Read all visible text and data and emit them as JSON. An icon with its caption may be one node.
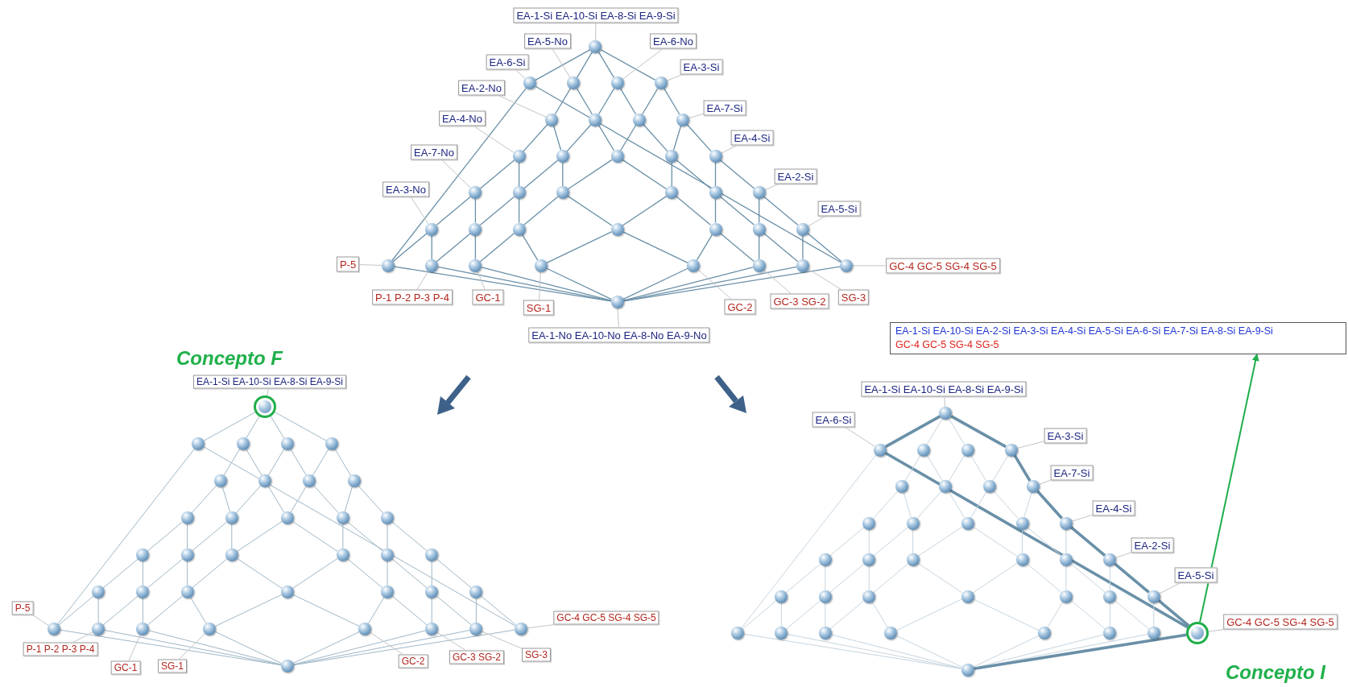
{
  "diagram": {
    "nodes": [
      {
        "text": [],
        "shape": "circle"
      },
      {
        "text": [],
        "shape": "circle"
      },
      {
        "text": [],
        "shape": "circle"
      },
      {
        "text": [],
        "shape": "circle"
      },
      {
        "text": [],
        "shape": "circle"
      },
      {
        "text": [],
        "shape": "circle"
      },
      {
        "text": [],
        "shape": "circle"
      },
      {
        "text": [],
        "shape": "circle"
      },
      {
        "text": [],
        "shape": "circle"
      },
      {
        "text": [],
        "shape": "circle"
      },
      {
        "text": [],
        "shape": "circle"
      },
      {
        "text": [],
        "shape": "circle"
      },
      {
        "text": [],
        "shape": "circle"
      },
      {
        "text": [],
        "shape": "circle"
      },
      {
        "text": [],
        "shape": "circle"
      },
      {
        "text": [],
        "shape": "circle"
      },
      {
        "text": [],
        "shape": "circle"
      },
      {
        "text": [],
        "shape": "circle"
      },
      {
        "text": [],
        "shape": "circle"
      },
      {
        "text": [],
        "shape": "circle"
      },
      {
        "text": [],
        "shape": "circle"
      },
      {
        "text": [],
        "shape": "circle"
      },
      {
        "text": [],
        "shape": "circle"
      },
      {
        "text": [],
        "shape": "circle"
      },
      {
        "text": [],
        "shape": "circle"
      },
      {
        "text": [],
        "shape": "circle"
      },
      {
        "text": [],
        "shape": "circle"
      },
      {
        "text": [],
        "shape": "circle"
      },
      {
        "text": [],
        "shape": "circle"
      },
      {
        "text": [],
        "shape": "circle"
      },
      {
        "text": [],
        "shape": "circle"
      },
      {
        "text": [],
        "shape": "circle"
      },
      {
        "text": [],
        "shape": "circle"
      },
      {
        "text": [],
        "shape": "circle"
      },
      {
        "text": [],
        "shape": "circle"
      },
      {
        "text": [],
        "shape": "circle"
      },
      {
        "text": [
          "EA-1-Si EA-10-Si EA-8-Si EA-9-Si"
        ]
      },
      {
        "text": [
          "EA-5-No"
        ]
      },
      {
        "text": [
          "EA-6-No"
        ]
      },
      {
        "text": [
          "EA-6-Si"
        ]
      },
      {
        "text": [
          "EA-3-Si"
        ]
      },
      {
        "text": [
          "EA-2-No"
        ]
      },
      {
        "text": [
          "EA-7-Si"
        ]
      },
      {
        "text": [
          "EA-4-No"
        ]
      },
      {
        "text": [
          "EA-4-Si"
        ]
      },
      {
        "text": [
          "EA-7-No"
        ]
      },
      {
        "text": [
          "EA-2-Si"
        ]
      },
      {
        "text": [
          "EA-3-No"
        ]
      },
      {
        "text": [
          "EA-5-Si"
        ]
      },
      {
        "text": [
          "P-5"
        ]
      },
      {
        "text": [
          "GC-4 GC-5 SG-4 SG-5"
        ]
      },
      {
        "text": [
          "P-1 P-2 P-3 P-4"
        ]
      },
      {
        "text": [
          "GC-1"
        ]
      },
      {
        "text": [
          "SG-1"
        ]
      },
      {
        "text": [
          "GC-2"
        ]
      },
      {
        "text": [
          "GC-3 SG-2"
        ]
      },
      {
        "text": [
          "SG-3"
        ]
      },
      {
        "text": [
          "EA-1-No EA-10-No EA-8-No EA-9-No"
        ]
      },
      {
        "text": [],
        "shape": "circle"
      },
      {
        "text": [],
        "shape": "circle"
      },
      {
        "text": [],
        "shape": "circle"
      },
      {
        "text": [],
        "shape": "circle"
      },
      {
        "text": [],
        "shape": "circle"
      },
      {
        "text": [],
        "shape": "circle"
      },
      {
        "text": [],
        "shape": "circle"
      },
      {
        "text": [],
        "shape": "circle"
      },
      {
        "text": [],
        "shape": "circle"
      },
      {
        "text": [],
        "shape": "circle"
      },
      {
        "text": [],
        "shape": "circle"
      },
      {
        "text": [],
        "shape": "circle"
      },
      {
        "text": [],
        "shape": "circle"
      },
      {
        "text": [],
        "shape": "circle"
      },
      {
        "text": [],
        "shape": "circle"
      },
      {
        "text": [],
        "shape": "circle"
      },
      {
        "text": [],
        "shape": "circle"
      },
      {
        "text": [],
        "shape": "circle"
      },
      {
        "text": [],
        "shape": "circle"
      },
      {
        "text": [],
        "shape": "circle"
      },
      {
        "text": [],
        "shape": "circle"
      },
      {
        "text": [],
        "shape": "circle"
      },
      {
        "text": [],
        "shape": "circle"
      },
      {
        "text": [],
        "shape": "circle"
      },
      {
        "text": [],
        "shape": "circle"
      },
      {
        "text": [],
        "shape": "circle"
      },
      {
        "text": [],
        "shape": "circle"
      },
      {
        "text": [],
        "shape": "circle"
      },
      {
        "text": [],
        "shape": "circle"
      },
      {
        "text": [],
        "shape": "circle"
      },
      {
        "text": [],
        "shape": "circle"
      },
      {
        "text": [],
        "shape": "circle"
      },
      {
        "text": [],
        "shape": "circle"
      },
      {
        "text": [],
        "shape": "circle"
      },
      {
        "text": [],
        "shape": "circle"
      },
      {
        "text": [],
        "shape": "circle"
      },
      {
        "text": [
          "EA-1-Si EA-10-Si EA-8-Si EA-9-Si"
        ],
        "beside": [
          "Concepto F"
        ]
      },
      {
        "text": [
          "P-5"
        ]
      },
      {
        "text": [
          "GC-4 GC-5 SG-4 SG-5"
        ]
      },
      {
        "text": [
          "P-1 P-2 P-3 P-4"
        ]
      },
      {
        "text": [
          "GC-1"
        ]
      },
      {
        "text": [
          "SG-1"
        ]
      },
      {
        "text": [
          "GC-2"
        ]
      },
      {
        "text": [
          "GC-3 SG-2"
        ]
      },
      {
        "text": [
          "SG-3"
        ]
      },
      {
        "text": [],
        "shape": "circle"
      },
      {
        "text": [],
        "shape": "circle"
      },
      {
        "text": [],
        "shape": "circle"
      },
      {
        "text": [],
        "shape": "circle"
      },
      {
        "text": [],
        "shape": "circle"
      },
      {
        "text": [],
        "shape": "circle"
      },
      {
        "text": [],
        "shape": "circle"
      },
      {
        "text": [],
        "shape": "circle"
      },
      {
        "text": [],
        "shape": "circle"
      },
      {
        "text": [],
        "shape": "circle"
      },
      {
        "text": [],
        "shape": "circle"
      },
      {
        "text": [],
        "shape": "circle"
      },
      {
        "text": [],
        "shape": "circle"
      },
      {
        "text": [],
        "shape": "circle"
      },
      {
        "text": [],
        "shape": "circle"
      },
      {
        "text": [],
        "shape": "circle"
      },
      {
        "text": [],
        "shape": "circle"
      },
      {
        "text": [],
        "shape": "circle"
      },
      {
        "text": [],
        "shape": "circle"
      },
      {
        "text": [],
        "shape": "circle"
      },
      {
        "text": [],
        "shape": "circle"
      },
      {
        "text": [],
        "shape": "circle"
      },
      {
        "text": [],
        "shape": "circle"
      },
      {
        "text": [],
        "shape": "circle"
      },
      {
        "text": [],
        "shape": "circle"
      },
      {
        "text": [],
        "shape": "circle"
      },
      {
        "text": [],
        "shape": "circle"
      },
      {
        "text": [],
        "shape": "circle"
      },
      {
        "text": [],
        "shape": "circle"
      },
      {
        "text": [],
        "shape": "circle"
      },
      {
        "text": [],
        "shape": "circle"
      },
      {
        "text": [],
        "shape": "circle"
      },
      {
        "text": [],
        "shape": "circle"
      },
      {
        "text": [],
        "shape": "circle"
      },
      {
        "text": [],
        "shape": "circle",
        "beside": [
          "Concepto I"
        ]
      },
      {
        "text": [],
        "shape": "circle"
      },
      {
        "text": [
          "EA-1-Si EA-10-Si EA-8-Si EA-9-Si"
        ]
      },
      {
        "text": [
          "EA-6-Si"
        ]
      },
      {
        "text": [
          "EA-3-Si"
        ]
      },
      {
        "text": [
          "EA-7-Si"
        ]
      },
      {
        "text": [
          "EA-4-Si"
        ]
      },
      {
        "text": [
          "EA-2-Si"
        ]
      },
      {
        "text": [
          "EA-5-Si"
        ]
      },
      {
        "text": [
          "GC-4 GC-5 SG-4 SG-5"
        ]
      },
      {
        "text": [
          "EA-1-Si EA-10-Si EA-2-Si EA-3-Si EA-4-Si EA-5-Si EA-6-Si EA-7-Si EA-8-Si EA-9-Si",
          "GC-4 GC-5 SG-4 SG-5"
        ]
      }
    ],
    "edges": [
      {
        "from": 0,
        "to": 1,
        "arrow": "none"
      },
      {
        "from": 0,
        "to": 2,
        "arrow": "none"
      },
      {
        "from": 0,
        "to": 3,
        "arrow": "none"
      },
      {
        "from": 0,
        "to": 4,
        "arrow": "none"
      },
      {
        "from": 1,
        "to": 27,
        "arrow": "none"
      },
      {
        "from": 1,
        "to": 34,
        "arrow": "none"
      },
      {
        "from": 2,
        "to": 5,
        "arrow": "none"
      },
      {
        "from": 2,
        "to": 6,
        "arrow": "none"
      },
      {
        "from": 3,
        "to": 6,
        "arrow": "none"
      },
      {
        "from": 3,
        "to": 7,
        "arrow": "none"
      },
      {
        "from": 4,
        "to": 7,
        "arrow": "none"
      },
      {
        "from": 4,
        "to": 8,
        "arrow": "none"
      },
      {
        "from": 5,
        "to": 9,
        "arrow": "none"
      },
      {
        "from": 5,
        "to": 10,
        "arrow": "none"
      },
      {
        "from": 6,
        "to": 10,
        "arrow": "none"
      },
      {
        "from": 6,
        "to": 11,
        "arrow": "none"
      },
      {
        "from": 7,
        "to": 11,
        "arrow": "none"
      },
      {
        "from": 7,
        "to": 12,
        "arrow": "none"
      },
      {
        "from": 8,
        "to": 12,
        "arrow": "none"
      },
      {
        "from": 8,
        "to": 13,
        "arrow": "none"
      },
      {
        "from": 9,
        "to": 14,
        "arrow": "none"
      },
      {
        "from": 9,
        "to": 15,
        "arrow": "none"
      },
      {
        "from": 10,
        "to": 15,
        "arrow": "none"
      },
      {
        "from": 10,
        "to": 16,
        "arrow": "none"
      },
      {
        "from": 11,
        "to": 16,
        "arrow": "none"
      },
      {
        "from": 11,
        "to": 17,
        "arrow": "none"
      },
      {
        "from": 12,
        "to": 17,
        "arrow": "none"
      },
      {
        "from": 12,
        "to": 18,
        "arrow": "none"
      },
      {
        "from": 13,
        "to": 18,
        "arrow": "none"
      },
      {
        "from": 13,
        "to": 19,
        "arrow": "none"
      },
      {
        "from": 14,
        "to": 20,
        "arrow": "none"
      },
      {
        "from": 14,
        "to": 21,
        "arrow": "none"
      },
      {
        "from": 15,
        "to": 21,
        "arrow": "none"
      },
      {
        "from": 15,
        "to": 22,
        "arrow": "none"
      },
      {
        "from": 16,
        "to": 22,
        "arrow": "none"
      },
      {
        "from": 16,
        "to": 23,
        "arrow": "none"
      },
      {
        "from": 17,
        "to": 23,
        "arrow": "none"
      },
      {
        "from": 17,
        "to": 24,
        "arrow": "none"
      },
      {
        "from": 18,
        "to": 24,
        "arrow": "none"
      },
      {
        "from": 18,
        "to": 25,
        "arrow": "none"
      },
      {
        "from": 19,
        "to": 25,
        "arrow": "none"
      },
      {
        "from": 19,
        "to": 26,
        "arrow": "none"
      },
      {
        "from": 20,
        "to": 27,
        "arrow": "none"
      },
      {
        "from": 20,
        "to": 28,
        "arrow": "none"
      },
      {
        "from": 21,
        "to": 28,
        "arrow": "none"
      },
      {
        "from": 21,
        "to": 29,
        "arrow": "none"
      },
      {
        "from": 22,
        "to": 29,
        "arrow": "none"
      },
      {
        "from": 22,
        "to": 30,
        "arrow": "none"
      },
      {
        "from": 23,
        "to": 30,
        "arrow": "none"
      },
      {
        "from": 23,
        "to": 31,
        "arrow": "none"
      },
      {
        "from": 24,
        "to": 31,
        "arrow": "none"
      },
      {
        "from": 24,
        "to": 32,
        "arrow": "none"
      },
      {
        "from": 25,
        "to": 32,
        "arrow": "none"
      },
      {
        "from": 25,
        "to": 33,
        "arrow": "none"
      },
      {
        "from": 26,
        "to": 33,
        "arrow": "none"
      },
      {
        "from": 26,
        "to": 34,
        "arrow": "none"
      },
      {
        "from": 27,
        "to": 35,
        "arrow": "none"
      },
      {
        "from": 28,
        "to": 35,
        "arrow": "none"
      },
      {
        "from": 29,
        "to": 35,
        "arrow": "none"
      },
      {
        "from": 30,
        "to": 35,
        "arrow": "none"
      },
      {
        "from": 31,
        "to": 35,
        "arrow": "none"
      },
      {
        "from": 32,
        "to": 35,
        "arrow": "none"
      },
      {
        "from": 33,
        "to": 35,
        "arrow": "none"
      },
      {
        "from": 34,
        "to": 35,
        "arrow": "none"
      },
      {
        "from": 58,
        "to": 59,
        "arrow": "none",
        "color": "#9fb7c7"
      },
      {
        "from": 58,
        "to": 60,
        "arrow": "none",
        "color": "#9fb7c7"
      },
      {
        "from": 58,
        "to": 61,
        "arrow": "none",
        "color": "#9fb7c7"
      },
      {
        "from": 58,
        "to": 62,
        "arrow": "none",
        "color": "#9fb7c7"
      },
      {
        "from": 59,
        "to": 85,
        "arrow": "none",
        "color": "#9fb7c7"
      },
      {
        "from": 59,
        "to": 92,
        "arrow": "none",
        "color": "#9fb7c7"
      },
      {
        "from": 60,
        "to": 63,
        "arrow": "none",
        "color": "#9fb7c7"
      },
      {
        "from": 60,
        "to": 64,
        "arrow": "none",
        "color": "#9fb7c7"
      },
      {
        "from": 61,
        "to": 64,
        "arrow": "none",
        "color": "#9fb7c7"
      },
      {
        "from": 61,
        "to": 65,
        "arrow": "none",
        "color": "#9fb7c7"
      },
      {
        "from": 62,
        "to": 65,
        "arrow": "none",
        "color": "#9fb7c7"
      },
      {
        "from": 62,
        "to": 66,
        "arrow": "none",
        "color": "#9fb7c7"
      },
      {
        "from": 63,
        "to": 67,
        "arrow": "none",
        "color": "#9fb7c7"
      },
      {
        "from": 63,
        "to": 68,
        "arrow": "none",
        "color": "#9fb7c7"
      },
      {
        "from": 64,
        "to": 68,
        "arrow": "none",
        "color": "#9fb7c7"
      },
      {
        "from": 64,
        "to": 69,
        "arrow": "none",
        "color": "#9fb7c7"
      },
      {
        "from": 65,
        "to": 69,
        "arrow": "none",
        "color": "#9fb7c7"
      },
      {
        "from": 65,
        "to": 70,
        "arrow": "none",
        "color": "#9fb7c7"
      },
      {
        "from": 66,
        "to": 70,
        "arrow": "none",
        "color": "#9fb7c7"
      },
      {
        "from": 66,
        "to": 71,
        "arrow": "none",
        "color": "#9fb7c7"
      },
      {
        "from": 67,
        "to": 72,
        "arrow": "none",
        "color": "#9fb7c7"
      },
      {
        "from": 67,
        "to": 73,
        "arrow": "none",
        "color": "#9fb7c7"
      },
      {
        "from": 68,
        "to": 73,
        "arrow": "none",
        "color": "#9fb7c7"
      },
      {
        "from": 68,
        "to": 74,
        "arrow": "none",
        "color": "#9fb7c7"
      },
      {
        "from": 69,
        "to": 74,
        "arrow": "none",
        "color": "#9fb7c7"
      },
      {
        "from": 69,
        "to": 75,
        "arrow": "none",
        "color": "#9fb7c7"
      },
      {
        "from": 70,
        "to": 75,
        "arrow": "none",
        "color": "#9fb7c7"
      },
      {
        "from": 70,
        "to": 76,
        "arrow": "none",
        "color": "#9fb7c7"
      },
      {
        "from": 71,
        "to": 76,
        "arrow": "none",
        "color": "#9fb7c7"
      },
      {
        "from": 71,
        "to": 77,
        "arrow": "none",
        "color": "#9fb7c7"
      },
      {
        "from": 72,
        "to": 78,
        "arrow": "none",
        "color": "#9fb7c7"
      },
      {
        "from": 72,
        "to": 79,
        "arrow": "none",
        "color": "#9fb7c7"
      },
      {
        "from": 73,
        "to": 79,
        "arrow": "none",
        "color": "#9fb7c7"
      },
      {
        "from": 73,
        "to": 80,
        "arrow": "none",
        "color": "#9fb7c7"
      },
      {
        "from": 74,
        "to": 80,
        "arrow": "none",
        "color": "#9fb7c7"
      },
      {
        "from": 74,
        "to": 81,
        "arrow": "none",
        "color": "#9fb7c7"
      },
      {
        "from": 75,
        "to": 81,
        "arrow": "none",
        "color": "#9fb7c7"
      },
      {
        "from": 75,
        "to": 82,
        "arrow": "none",
        "color": "#9fb7c7"
      },
      {
        "from": 76,
        "to": 82,
        "arrow": "none",
        "color": "#9fb7c7"
      },
      {
        "from": 76,
        "to": 83,
        "arrow": "none",
        "color": "#9fb7c7"
      },
      {
        "from": 77,
        "to": 83,
        "arrow": "none",
        "color": "#9fb7c7"
      },
      {
        "from": 77,
        "to": 84,
        "arrow": "none",
        "color": "#9fb7c7"
      },
      {
        "from": 78,
        "to": 85,
        "arrow": "none",
        "color": "#9fb7c7"
      },
      {
        "from": 78,
        "to": 86,
        "arrow": "none",
        "color": "#9fb7c7"
      },
      {
        "from": 79,
        "to": 86,
        "arrow": "none",
        "color": "#9fb7c7"
      },
      {
        "from": 79,
        "to": 87,
        "arrow": "none",
        "color": "#9fb7c7"
      },
      {
        "from": 80,
        "to": 87,
        "arrow": "none",
        "color": "#9fb7c7"
      },
      {
        "from": 80,
        "to": 88,
        "arrow": "none",
        "color": "#9fb7c7"
      },
      {
        "from": 81,
        "to": 88,
        "arrow": "none",
        "color": "#9fb7c7"
      },
      {
        "from": 81,
        "to": 89,
        "arrow": "none",
        "color": "#9fb7c7"
      },
      {
        "from": 82,
        "to": 89,
        "arrow": "none",
        "color": "#9fb7c7"
      },
      {
        "from": 82,
        "to": 90,
        "arrow": "none",
        "color": "#9fb7c7"
      },
      {
        "from": 83,
        "to": 90,
        "arrow": "none",
        "color": "#9fb7c7"
      },
      {
        "from": 83,
        "to": 91,
        "arrow": "none",
        "color": "#9fb7c7"
      },
      {
        "from": 84,
        "to": 91,
        "arrow": "none",
        "color": "#9fb7c7"
      },
      {
        "from": 84,
        "to": 92,
        "arrow": "none",
        "color": "#9fb7c7"
      },
      {
        "from": 85,
        "to": 93,
        "arrow": "none",
        "color": "#9fb7c7"
      },
      {
        "from": 86,
        "to": 93,
        "arrow": "none",
        "color": "#9fb7c7"
      },
      {
        "from": 87,
        "to": 93,
        "arrow": "none",
        "color": "#9fb7c7"
      },
      {
        "from": 88,
        "to": 93,
        "arrow": "none",
        "color": "#9fb7c7"
      },
      {
        "from": 89,
        "to": 93,
        "arrow": "none",
        "color": "#9fb7c7"
      },
      {
        "from": 90,
        "to": 93,
        "arrow": "none",
        "color": "#9fb7c7"
      },
      {
        "from": 91,
        "to": 93,
        "arrow": "none",
        "color": "#9fb7c7"
      },
      {
        "from": 92,
        "to": 93,
        "arrow": "none",
        "color": "#9fb7c7"
      },
      {
        "from": 103,
        "to": 104,
        "arrow": "none",
        "style": "thick"
      },
      {
        "from": 103,
        "to": 105,
        "arrow": "none",
        "color": "#c6d5df"
      },
      {
        "from": 103,
        "to": 106,
        "arrow": "none",
        "color": "#c6d5df"
      },
      {
        "from": 103,
        "to": 107,
        "arrow": "none",
        "style": "thick"
      },
      {
        "from": 104,
        "to": 130,
        "arrow": "none",
        "color": "#c6d5df"
      },
      {
        "from": 104,
        "to": 137,
        "arrow": "none",
        "style": "thick"
      },
      {
        "from": 105,
        "to": 108,
        "arrow": "none",
        "color": "#c6d5df"
      },
      {
        "from": 105,
        "to": 109,
        "arrow": "none",
        "color": "#c6d5df"
      },
      {
        "from": 106,
        "to": 109,
        "arrow": "none",
        "color": "#c6d5df"
      },
      {
        "from": 106,
        "to": 110,
        "arrow": "none",
        "color": "#c6d5df"
      },
      {
        "from": 107,
        "to": 110,
        "arrow": "none",
        "color": "#c6d5df"
      },
      {
        "from": 107,
        "to": 111,
        "arrow": "none",
        "style": "thick"
      },
      {
        "from": 108,
        "to": 112,
        "arrow": "none",
        "color": "#c6d5df"
      },
      {
        "from": 108,
        "to": 113,
        "arrow": "none",
        "color": "#c6d5df"
      },
      {
        "from": 109,
        "to": 113,
        "arrow": "none",
        "color": "#c6d5df"
      },
      {
        "from": 109,
        "to": 114,
        "arrow": "none",
        "color": "#c6d5df"
      },
      {
        "from": 110,
        "to": 114,
        "arrow": "none",
        "color": "#c6d5df"
      },
      {
        "from": 110,
        "to": 115,
        "arrow": "none",
        "color": "#c6d5df"
      },
      {
        "from": 111,
        "to": 115,
        "arrow": "none",
        "color": "#c6d5df"
      },
      {
        "from": 111,
        "to": 116,
        "arrow": "none",
        "style": "thick"
      },
      {
        "from": 112,
        "to": 117,
        "arrow": "none",
        "color": "#c6d5df"
      },
      {
        "from": 112,
        "to": 118,
        "arrow": "none",
        "color": "#c6d5df"
      },
      {
        "from": 113,
        "to": 118,
        "arrow": "none",
        "color": "#c6d5df"
      },
      {
        "from": 113,
        "to": 119,
        "arrow": "none",
        "color": "#c6d5df"
      },
      {
        "from": 114,
        "to": 119,
        "arrow": "none",
        "color": "#c6d5df"
      },
      {
        "from": 114,
        "to": 120,
        "arrow": "none",
        "color": "#c6d5df"
      },
      {
        "from": 115,
        "to": 120,
        "arrow": "none",
        "color": "#c6d5df"
      },
      {
        "from": 115,
        "to": 121,
        "arrow": "none",
        "color": "#c6d5df"
      },
      {
        "from": 116,
        "to": 121,
        "arrow": "none",
        "color": "#c6d5df"
      },
      {
        "from": 116,
        "to": 122,
        "arrow": "none",
        "style": "thick"
      },
      {
        "from": 117,
        "to": 123,
        "arrow": "none",
        "color": "#c6d5df"
      },
      {
        "from": 117,
        "to": 124,
        "arrow": "none",
        "color": "#c6d5df"
      },
      {
        "from": 118,
        "to": 124,
        "arrow": "none",
        "color": "#c6d5df"
      },
      {
        "from": 118,
        "to": 125,
        "arrow": "none",
        "color": "#c6d5df"
      },
      {
        "from": 119,
        "to": 125,
        "arrow": "none",
        "color": "#c6d5df"
      },
      {
        "from": 119,
        "to": 126,
        "arrow": "none",
        "color": "#c6d5df"
      },
      {
        "from": 120,
        "to": 126,
        "arrow": "none",
        "color": "#c6d5df"
      },
      {
        "from": 120,
        "to": 127,
        "arrow": "none",
        "color": "#c6d5df"
      },
      {
        "from": 121,
        "to": 127,
        "arrow": "none",
        "color": "#c6d5df"
      },
      {
        "from": 121,
        "to": 128,
        "arrow": "none",
        "color": "#c6d5df"
      },
      {
        "from": 122,
        "to": 128,
        "arrow": "none",
        "color": "#c6d5df"
      },
      {
        "from": 122,
        "to": 129,
        "arrow": "none",
        "style": "thick"
      },
      {
        "from": 123,
        "to": 130,
        "arrow": "none",
        "color": "#c6d5df"
      },
      {
        "from": 123,
        "to": 131,
        "arrow": "none",
        "color": "#c6d5df"
      },
      {
        "from": 124,
        "to": 131,
        "arrow": "none",
        "color": "#c6d5df"
      },
      {
        "from": 124,
        "to": 132,
        "arrow": "none",
        "color": "#c6d5df"
      },
      {
        "from": 125,
        "to": 132,
        "arrow": "none",
        "color": "#c6d5df"
      },
      {
        "from": 125,
        "to": 133,
        "arrow": "none",
        "color": "#c6d5df"
      },
      {
        "from": 126,
        "to": 133,
        "arrow": "none",
        "color": "#c6d5df"
      },
      {
        "from": 126,
        "to": 134,
        "arrow": "none",
        "color": "#c6d5df"
      },
      {
        "from": 127,
        "to": 134,
        "arrow": "none",
        "color": "#c6d5df"
      },
      {
        "from": 127,
        "to": 135,
        "arrow": "none",
        "color": "#c6d5df"
      },
      {
        "from": 128,
        "to": 135,
        "arrow": "none",
        "color": "#c6d5df"
      },
      {
        "from": 128,
        "to": 136,
        "arrow": "none",
        "color": "#c6d5df"
      },
      {
        "from": 129,
        "to": 136,
        "arrow": "none",
        "color": "#c6d5df"
      },
      {
        "from": 129,
        "to": 137,
        "arrow": "none",
        "style": "thick"
      },
      {
        "from": 130,
        "to": 138,
        "arrow": "none",
        "color": "#c6d5df"
      },
      {
        "from": 131,
        "to": 138,
        "arrow": "none",
        "color": "#c6d5df"
      },
      {
        "from": 132,
        "to": 138,
        "arrow": "none",
        "color": "#c6d5df"
      },
      {
        "from": 133,
        "to": 138,
        "arrow": "none",
        "color": "#c6d5df"
      },
      {
        "from": 134,
        "to": 138,
        "arrow": "none",
        "color": "#c6d5df"
      },
      {
        "from": 135,
        "to": 138,
        "arrow": "none",
        "color": "#c6d5df"
      },
      {
        "from": 136,
        "to": 138,
        "arrow": "none",
        "color": "#c6d5df"
      },
      {
        "from": 137,
        "to": 138,
        "arrow": "none",
        "style": "thick"
      },
      {
        "from": 36,
        "to": 0,
        "arrow": "none",
        "color": "#c4c4c4"
      },
      {
        "from": 37,
        "to": 2,
        "arrow": "none",
        "color": "#c4c4c4"
      },
      {
        "from": 38,
        "to": 3,
        "arrow": "none",
        "color": "#c4c4c4"
      },
      {
        "from": 39,
        "to": 1,
        "arrow": "none",
        "color": "#c4c4c4"
      },
      {
        "from": 40,
        "to": 4,
        "arrow": "none",
        "color": "#c4c4c4"
      },
      {
        "from": 41,
        "to": 5,
        "arrow": "none",
        "color": "#c4c4c4"
      },
      {
        "from": 42,
        "to": 8,
        "arrow": "none",
        "color": "#c4c4c4"
      },
      {
        "from": 43,
        "to": 9,
        "arrow": "none",
        "color": "#c4c4c4"
      },
      {
        "from": 44,
        "to": 13,
        "arrow": "none",
        "color": "#c4c4c4"
      },
      {
        "from": 45,
        "to": 14,
        "arrow": "none",
        "color": "#c4c4c4"
      },
      {
        "from": 46,
        "to": 19,
        "arrow": "none",
        "color": "#c4c4c4"
      },
      {
        "from": 47,
        "to": 20,
        "arrow": "none",
        "color": "#c4c4c4"
      },
      {
        "from": 48,
        "to": 26,
        "arrow": "none",
        "color": "#c4c4c4"
      },
      {
        "from": 49,
        "to": 27,
        "arrow": "none",
        "color": "#c4c4c4"
      },
      {
        "from": 50,
        "to": 34,
        "arrow": "none",
        "color": "#c4c4c4"
      },
      {
        "from": 51,
        "to": 28,
        "arrow": "none",
        "color": "#c4c4c4"
      },
      {
        "from": 52,
        "to": 29,
        "arrow": "none",
        "color": "#c4c4c4"
      },
      {
        "from": 53,
        "to": 30,
        "arrow": "none",
        "color": "#c4c4c4"
      },
      {
        "from": 54,
        "to": 31,
        "arrow": "none",
        "color": "#c4c4c4"
      },
      {
        "from": 55,
        "to": 32,
        "arrow": "none",
        "color": "#c4c4c4"
      },
      {
        "from": 56,
        "to": 33,
        "arrow": "none",
        "color": "#c4c4c4"
      },
      {
        "from": 57,
        "to": 35,
        "arrow": "none",
        "color": "#c4c4c4"
      },
      {
        "from": 94,
        "to": 58,
        "arrow": "none",
        "color": "#c4c4c4"
      },
      {
        "from": 95,
        "to": 85,
        "arrow": "none",
        "color": "#c4c4c4"
      },
      {
        "from": 96,
        "to": 92,
        "arrow": "none",
        "color": "#c4c4c4"
      },
      {
        "from": 97,
        "to": 86,
        "arrow": "none",
        "color": "#c4c4c4"
      },
      {
        "from": 98,
        "to": 87,
        "arrow": "none",
        "color": "#c4c4c4"
      },
      {
        "from": 99,
        "to": 88,
        "arrow": "none",
        "color": "#c4c4c4"
      },
      {
        "from": 100,
        "to": 89,
        "arrow": "none",
        "color": "#c4c4c4"
      },
      {
        "from": 101,
        "to": 90,
        "arrow": "none",
        "color": "#c4c4c4"
      },
      {
        "from": 102,
        "to": 91,
        "arrow": "none",
        "color": "#c4c4c4"
      },
      {
        "from": 139,
        "to": 103,
        "arrow": "none",
        "color": "#c4c4c4"
      },
      {
        "from": 140,
        "to": 104,
        "arrow": "none",
        "color": "#c4c4c4"
      },
      {
        "from": 141,
        "to": 107,
        "arrow": "none",
        "color": "#c4c4c4"
      },
      {
        "from": 142,
        "to": 111,
        "arrow": "none",
        "color": "#c4c4c4"
      },
      {
        "from": 143,
        "to": 116,
        "arrow": "none",
        "color": "#c4c4c4"
      },
      {
        "from": 144,
        "to": 122,
        "arrow": "none",
        "color": "#c4c4c4"
      },
      {
        "from": 145,
        "to": 129,
        "arrow": "none",
        "color": "#c4c4c4"
      },
      {
        "from": 146,
        "to": 137,
        "arrow": "none",
        "color": "#c4c4c4"
      },
      {
        "from": 137,
        "to": 147,
        "arrow": "to",
        "color": "#1fae4a"
      }
    ]
  }
}
